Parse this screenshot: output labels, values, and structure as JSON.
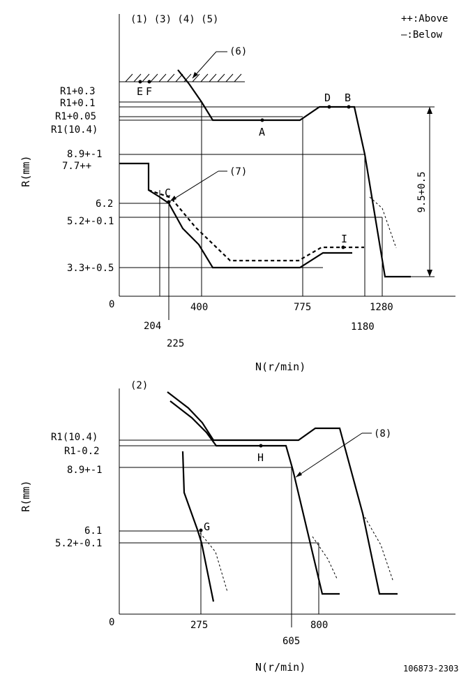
{
  "top": {
    "header_labels": "(1) (3) (4) (5)",
    "legend": {
      "above": "++:Above",
      "below": "—:Below"
    },
    "ylabel": "R(mm)",
    "xlabel": "N(r/min)",
    "origin": "0",
    "y_ticks": [
      "R1+0.3",
      "R1+0.1",
      "R1+0.05",
      "R1(10.4)",
      "8.9+-1",
      "7.7++",
      "6.2",
      "5.2+-0.1",
      "3.3+-0.5"
    ],
    "x_ticks": [
      "204",
      "225",
      "400",
      "775",
      "1180",
      "1280"
    ],
    "callouts": [
      "(6)",
      "(7)"
    ],
    "points": [
      "E",
      "F",
      "D",
      "B",
      "A",
      "C",
      "I"
    ],
    "dimension": "9.5+0.5"
  },
  "bottom": {
    "header_labels": "(2)",
    "ylabel": "R(mm)",
    "xlabel": "N(r/min)",
    "origin": "0",
    "y_ticks": [
      "R1(10.4)",
      "R1-0.2",
      "8.9+-1",
      "6.1",
      "5.2+-0.1"
    ],
    "x_ticks": [
      "275",
      "605",
      "800"
    ],
    "callouts": [
      "(8)"
    ],
    "points": [
      "H",
      "G"
    ]
  },
  "drawing_number": "106873-2303"
}
